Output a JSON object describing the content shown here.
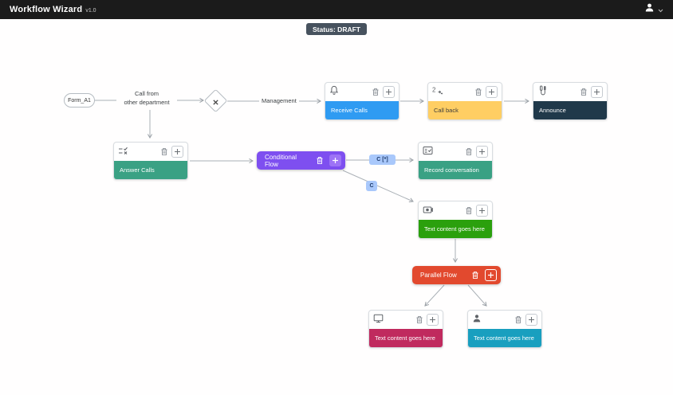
{
  "header": {
    "title": "Workflow Wizard",
    "version": "v1.0"
  },
  "status_badge": "Status: DRAFT",
  "canvas": {
    "start_label": "Form_A1",
    "call_from": {
      "line1": "Call from",
      "line2": "other department"
    },
    "management_label": "Management",
    "badges": {
      "all": "C [*]",
      "single": "C"
    },
    "flows": {
      "conditional": {
        "label": "Conditional Flow",
        "color": "#7e4ff0"
      },
      "parallel": {
        "label": "Parallel Flow",
        "color": "#e2492e"
      }
    },
    "nodes": {
      "receive_calls": {
        "label": "Receive Calls",
        "color": "#2f9bf2",
        "text_color": "#ffffff",
        "icon": "bell-icon"
      },
      "call_back": {
        "label": "Call back",
        "color": "#ffce63",
        "text_color": "#3c3c3c",
        "icon": "phone-callback-icon"
      },
      "announce": {
        "label": "Announce",
        "color": "#20394a",
        "text_color": "#ffffff",
        "icon": "headset-icon"
      },
      "answer_calls": {
        "label": "Answer Calls",
        "color": "#3aa184",
        "text_color": "#ffffff",
        "icon": "rule-icon"
      },
      "record_conversation": {
        "label": "Record conversation",
        "color": "#3aa184",
        "text_color": "#ffffff",
        "icon": "fact-check-icon"
      },
      "video_content": {
        "label": "Text content goes here",
        "color": "#2ba00d",
        "text_color": "#ffffff",
        "icon": "camera-icon"
      },
      "desktop_content": {
        "label": "Text content goes here",
        "color": "#c02a5e",
        "text_color": "#ffffff",
        "icon": "desktop-icon"
      },
      "person_content": {
        "label": "Text content goes here",
        "color": "#199fbf",
        "text_color": "#ffffff",
        "icon": "person-icon"
      }
    }
  }
}
